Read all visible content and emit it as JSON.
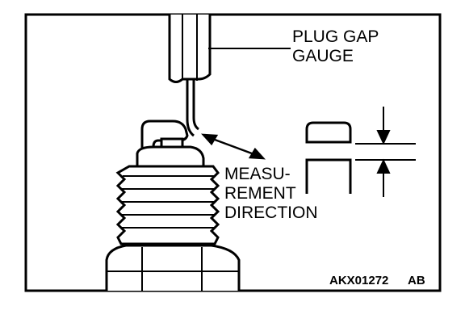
{
  "labels": {
    "gauge_line1": "PLUG GAP",
    "gauge_line2": "GAUGE",
    "measure_line1": "MEASU-",
    "measure_line2": "REMENT",
    "measure_line3": "DIRECTION",
    "code": "AKX01272",
    "code_suffix": "AB"
  },
  "colors": {
    "ink": "#000000",
    "paper": "#ffffff"
  }
}
